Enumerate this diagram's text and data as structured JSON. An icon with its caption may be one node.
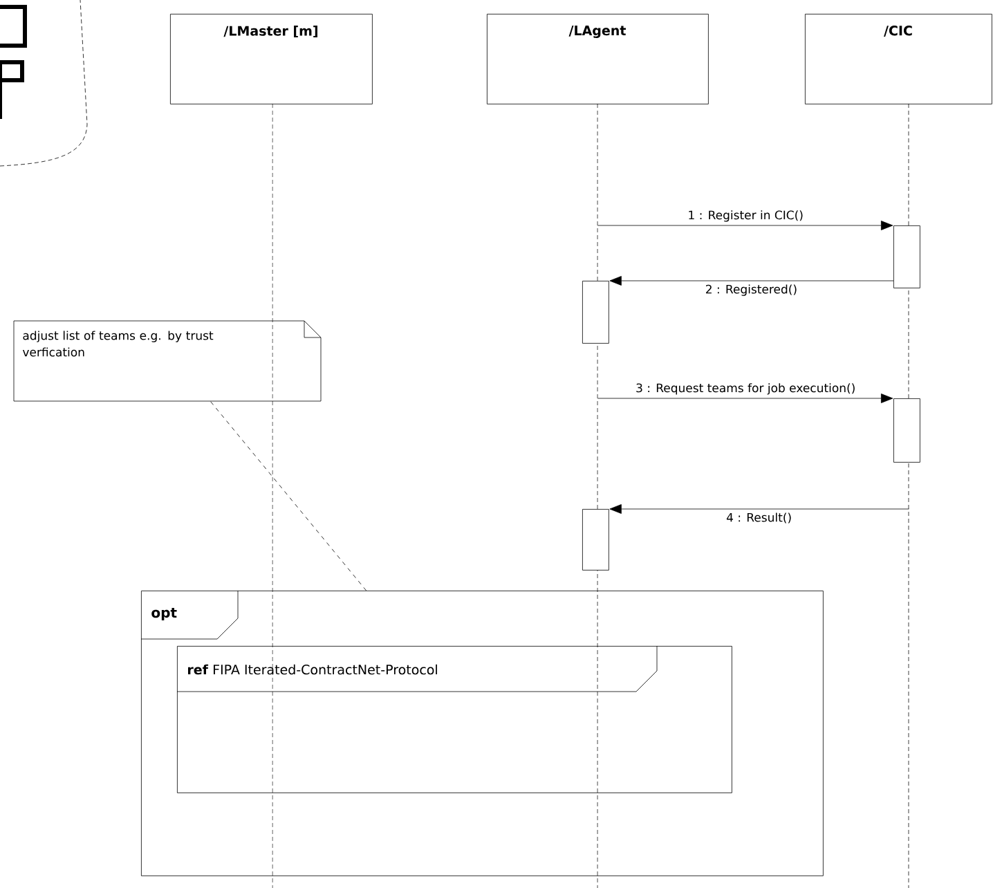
{
  "diagram": {
    "nodes": [
      {
        "text": [
          "/LMaster [m]"
        ]
      },
      {
        "text": [
          "/LAgent"
        ]
      },
      {
        "text": [
          "/CIC"
        ]
      },
      {
        "text": [],
        "shape": "line"
      },
      {
        "text": [],
        "shape": "line"
      },
      {
        "text": [],
        "shape": "line"
      },
      {
        "text": [],
        "shape": "bar"
      },
      {
        "text": [],
        "shape": "bar"
      },
      {
        "text": [],
        "shape": "bar"
      },
      {
        "text": [],
        "shape": "bar"
      },
      {
        "text": [
          "adjust list of teams e.g. by trust verfication"
        ]
      },
      {
        "text": [
          "opt"
        ]
      },
      {
        "text": [
          "**ref** FIPA Iterated-ContractNet-Protocol"
        ],
        "in": 11
      }
    ],
    "edges": [
      {
        "from": 4,
        "to": 6,
        "arrow": "to",
        "label": "1 : Register in CIC()"
      },
      {
        "from": 6,
        "to": 7,
        "arrow": "to",
        "label": "2 : Registered()"
      },
      {
        "from": 4,
        "to": 8,
        "arrow": "to",
        "label": "3 : Request teams for job execution()"
      },
      {
        "from": 5,
        "to": 9,
        "arrow": "to",
        "label": "4 : Result()"
      },
      {
        "from": 10,
        "to": 11,
        "arrow": "none",
        "style": "dashed"
      }
    ]
  }
}
